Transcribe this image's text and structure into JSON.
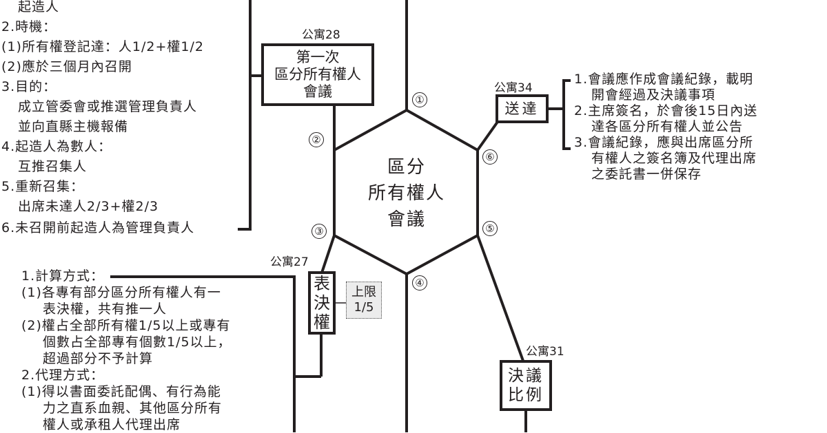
{
  "diagram": {
    "center": {
      "lines": [
        "區分",
        "所有權人",
        "會議"
      ]
    },
    "nodes": [
      {
        "id": 1,
        "symbol": "①"
      },
      {
        "id": 2,
        "symbol": "②"
      },
      {
        "id": 3,
        "symbol": "③"
      },
      {
        "id": 4,
        "symbol": "④"
      },
      {
        "id": 5,
        "symbol": "⑤"
      },
      {
        "id": 6,
        "symbol": "⑥"
      }
    ],
    "first_meeting": {
      "ref": "公寓28",
      "lines": [
        "第一次",
        "區分所有權人",
        "會議"
      ],
      "notes": [
        "起造人",
        "2.時機：",
        "(1)所有權登記達：人1/2+權1/2",
        "(2)應於三個月內召開",
        "3.目的：",
        "成立管委會或推選管理負責人",
        "並向直縣主機報備",
        "4.起造人為數人：",
        "互推召集人",
        "5.重新召集：",
        "出席未達人2/3+權2/3",
        "6.未召開前起造人為管理負責人"
      ]
    },
    "delivery": {
      "ref": "公寓34",
      "label": "送達",
      "notes": [
        "1.會議應作成會議紀錄，載明",
        "開會經過及決議事項",
        "2.主席簽名，於會後15日內送",
        "達各區分所有權人並公告",
        "3.會議紀錄，應與出席區分所",
        "有權人之簽名簿及代理出席",
        "之委託書一併保存"
      ]
    },
    "voting_right": {
      "ref": "公寓27",
      "label_chars": [
        "表",
        "決",
        "權"
      ],
      "limit": {
        "line1": "上限",
        "line2": "1/5"
      },
      "notes": [
        "1.計算方式：",
        "(1)各專有部分區分所有權人有一",
        "表決權，共有推一人",
        "(2)權占全部所有權1/5以上或專有",
        "個數占全部專有個數1/5以上，",
        "超過部分不予計算",
        "2.代理方式：",
        "(1)得以書面委託配偶、有行為能",
        "力之直系血親、其他區分所有",
        "權人或承租人代理出席"
      ]
    },
    "resolution_ratio": {
      "ref": "公寓31",
      "lines": [
        "決議",
        "比例"
      ]
    },
    "colors": {
      "ink": "#231f20",
      "background": "#ffffff",
      "limit_fill": "#ececec"
    }
  }
}
